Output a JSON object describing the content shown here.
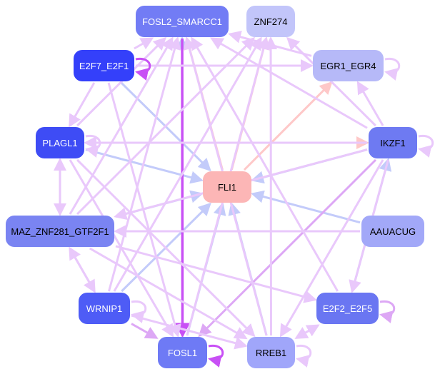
{
  "nodes": [
    {
      "id": "FOSL2_SMARCC1",
      "label": "FOSL2_SMARCC1",
      "color": "#727cf5",
      "text_color": "#ffffff"
    },
    {
      "id": "ZNF274",
      "label": "ZNF274",
      "color": "#c2c5fa",
      "text_color": "#000000"
    },
    {
      "id": "E2F7_E2F1",
      "label": "E2F7_E2F1",
      "color": "#3440fa",
      "text_color": "#ffffff"
    },
    {
      "id": "EGR1_EGR4",
      "label": "EGR1_EGR4",
      "color": "#b6b9f8",
      "text_color": "#000000"
    },
    {
      "id": "PLAGL1",
      "label": "PLAGL1",
      "color": "#3e4cf5",
      "text_color": "#ffffff"
    },
    {
      "id": "IKZF1",
      "label": "IKZF1",
      "color": "#6e7af2",
      "text_color": "#000000"
    },
    {
      "id": "FLI1",
      "label": "FLI1",
      "color": "#fcb6b6",
      "text_color": "#000000"
    },
    {
      "id": "MAZ_ZNF281_GTF2F1",
      "label": "MAZ_ZNF281_GTF2F1",
      "color": "#7a84f2",
      "text_color": "#000000"
    },
    {
      "id": "AAUACUG",
      "label": "AAUACUG",
      "color": "#a2a8f8",
      "text_color": "#000000"
    },
    {
      "id": "WRNIP1",
      "label": "WRNIP1",
      "color": "#4e5cf6",
      "text_color": "#ffffff"
    },
    {
      "id": "E2F2_E2F5",
      "label": "E2F2_E2F5",
      "color": "#6a76f2",
      "text_color": "#ffffff"
    },
    {
      "id": "FOSL1",
      "label": "FOSL1",
      "color": "#6e7af5",
      "text_color": "#ffffff"
    },
    {
      "id": "RREB1",
      "label": "RREB1",
      "color": "#a0a6fa",
      "text_color": "#000000"
    }
  ],
  "edge_colors": {
    "purple": "#e9c8fb",
    "strong": "#c850f5",
    "blue": "#c3cbfa",
    "pink": "#fec8c8",
    "mid": "#dda8f5"
  },
  "edges": [
    {
      "s": "IKZF1",
      "t": "FLI1",
      "c": "blue"
    },
    {
      "s": "AAUACUG",
      "t": "FLI1",
      "c": "blue"
    },
    {
      "s": "RREB1",
      "t": "FLI1",
      "c": "blue"
    },
    {
      "s": "FOSL1",
      "t": "FLI1",
      "c": "blue"
    },
    {
      "s": "MAZ_ZNF281_GTF2F1",
      "t": "FLI1",
      "c": "blue"
    },
    {
      "s": "PLAGL1",
      "t": "FLI1",
      "c": "blue"
    },
    {
      "s": "E2F7_E2F1",
      "t": "FLI1",
      "c": "blue"
    },
    {
      "s": "E2F2_E2F5",
      "t": "IKZF1",
      "c": "blue"
    },
    {
      "s": "WRNIP1",
      "t": "FLI1",
      "c": "blue"
    },
    {
      "s": "FOSL1",
      "t": "FOSL2_SMARCC1",
      "c": "blue"
    },
    {
      "s": "FLI1",
      "t": "EGR1_EGR4",
      "c": "pink"
    },
    {
      "s": "FLI1",
      "t": "ZNF274",
      "c": "pink"
    },
    {
      "s": "FLI1",
      "t": "FOSL2_SMARCC1",
      "c": "pink"
    },
    {
      "s": "PLAGL1",
      "t": "IKZF1",
      "c": "pink"
    },
    {
      "s": "FOSL2_SMARCC1",
      "t": "FOSL1",
      "c": "strong"
    },
    {
      "s": "WRNIP1",
      "t": "FOSL1",
      "c": "mid"
    },
    {
      "s": "IKZF1",
      "t": "FOSL1",
      "c": "mid"
    },
    {
      "s": "MAZ_ZNF281_GTF2F1",
      "t": "E2F2_E2F5",
      "c": "purple"
    },
    {
      "s": "IKZF1",
      "t": "PLAGL1",
      "c": "purple"
    },
    {
      "s": "IKZF1",
      "t": "FOSL2_SMARCC1",
      "c": "purple"
    },
    {
      "s": "IKZF1",
      "t": "ZNF274",
      "c": "purple"
    },
    {
      "s": "IKZF1",
      "t": "EGR1_EGR4",
      "c": "purple"
    },
    {
      "s": "IKZF1",
      "t": "MAZ_ZNF281_GTF2F1",
      "c": "purple"
    },
    {
      "s": "IKZF1",
      "t": "RREB1",
      "c": "purple"
    },
    {
      "s": "AAUACUG",
      "t": "MAZ_ZNF281_GTF2F1",
      "c": "purple"
    },
    {
      "s": "E2F2_E2F5",
      "t": "FOSL2_SMARCC1",
      "c": "purple"
    },
    {
      "s": "E2F2_E2F5",
      "t": "RREB1",
      "c": "purple"
    },
    {
      "s": "RREB1",
      "t": "E2F2_E2F5",
      "c": "purple"
    },
    {
      "s": "RREB1",
      "t": "ZNF274",
      "c": "purple"
    },
    {
      "s": "RREB1",
      "t": "FOSL2_SMARCC1",
      "c": "purple"
    },
    {
      "s": "FOSL1",
      "t": "ZNF274",
      "c": "purple"
    },
    {
      "s": "WRNIP1",
      "t": "FOSL2_SMARCC1",
      "c": "purple"
    },
    {
      "s": "WRNIP1",
      "t": "ZNF274",
      "c": "purple"
    },
    {
      "s": "WRNIP1",
      "t": "RREB1",
      "c": "purple"
    },
    {
      "s": "WRNIP1",
      "t": "MAZ_ZNF281_GTF2F1",
      "c": "purple"
    },
    {
      "s": "MAZ_ZNF281_GTF2F1",
      "t": "WRNIP1",
      "c": "purple"
    },
    {
      "s": "MAZ_ZNF281_GTF2F1",
      "t": "PLAGL1",
      "c": "purple"
    },
    {
      "s": "PLAGL1",
      "t": "MAZ_ZNF281_GTF2F1",
      "c": "purple"
    },
    {
      "s": "MAZ_ZNF281_GTF2F1",
      "t": "FOSL2_SMARCC1",
      "c": "purple"
    },
    {
      "s": "MAZ_ZNF281_GTF2F1",
      "t": "ZNF274",
      "c": "purple"
    },
    {
      "s": "MAZ_ZNF281_GTF2F1",
      "t": "RREB1",
      "c": "purple"
    },
    {
      "s": "PLAGL1",
      "t": "FOSL1",
      "c": "purple"
    },
    {
      "s": "PLAGL1",
      "t": "RREB1",
      "c": "purple"
    },
    {
      "s": "PLAGL1",
      "t": "FOSL2_SMARCC1",
      "c": "purple"
    },
    {
      "s": "E2F7_E2F1",
      "t": "PLAGL1",
      "c": "purple"
    },
    {
      "s": "E2F7_E2F1",
      "t": "FOSL1",
      "c": "purple"
    },
    {
      "s": "E2F7_E2F1",
      "t": "EGR1_EGR4",
      "c": "purple"
    },
    {
      "s": "E2F7_E2F1",
      "t": "FOSL2_SMARCC1",
      "c": "purple"
    },
    {
      "s": "EGR1_EGR4",
      "t": "FOSL2_SMARCC1",
      "c": "purple"
    },
    {
      "s": "IKZF1",
      "t": "E2F2_E2F5",
      "c": "purple"
    }
  ],
  "self_loops": [
    {
      "n": "E2F7_E2F1",
      "c": "strong"
    },
    {
      "n": "FOSL1",
      "c": "strong"
    },
    {
      "n": "EGR1_EGR4",
      "c": "purple"
    },
    {
      "n": "IKZF1",
      "c": "purple"
    },
    {
      "n": "PLAGL1",
      "c": "purple"
    },
    {
      "n": "WRNIP1",
      "c": "purple"
    },
    {
      "n": "E2F2_E2F5",
      "c": "mid"
    },
    {
      "n": "RREB1",
      "c": "purple"
    }
  ]
}
